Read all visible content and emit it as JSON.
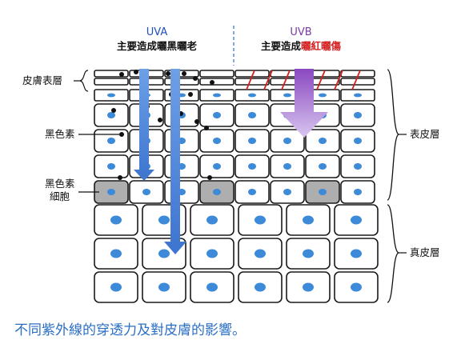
{
  "header": {
    "uva_title": "UVA",
    "uva_desc": "主要造成曬黑曬老",
    "uvb_title": "UVB",
    "uvb_desc_prefix": "主要造成",
    "uvb_desc_highlight": "曬紅曬傷"
  },
  "labels": {
    "stratum_corneum": "皮膚表層",
    "melanin": "黑色素",
    "melanocyte_line1": "黑色素",
    "melanocyte_line2": "細胞",
    "epidermis": "表皮層",
    "dermis": "真皮層"
  },
  "caption": "不同紫外線的穿透力及對皮膚的影響。",
  "colors": {
    "uva_arrow": "#4a84d8",
    "uvb_arrow": "#9a5cc8",
    "nucleus": "#3c8ad8",
    "melanocyte_fill": "#aeaeae",
    "burn_mark": "#d42020",
    "caption": "#2a6fc4"
  }
}
